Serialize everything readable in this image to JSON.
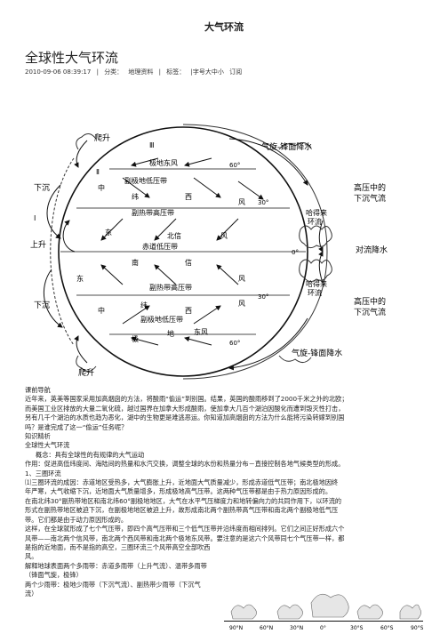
{
  "header": {
    "top_title": "大气环流"
  },
  "article": {
    "title": "全球性大气环流",
    "meta": {
      "date": "2010-09-06 08:39:17",
      "category_label": "分类：",
      "category": "地理资料",
      "tags_label": "标签：",
      "font_size": "|字号大中小",
      "subscribe": "订阅"
    }
  },
  "figure": {
    "left": {
      "climb_top": "爬升",
      "climb_bottom": "爬升",
      "down_top": "下沉",
      "down_bottom": "下沉",
      "up": "上升",
      "cell_3": "Ⅲ",
      "cell_2": "Ⅱ",
      "cell_1": "Ⅰ"
    },
    "inner": {
      "polar_east": "极地东风",
      "subpolar_low_n": "副极地低压带",
      "mid_n": "中",
      "westerly_n_a": "纬",
      "westerly_n_b": "西",
      "westerly_n_c": "风",
      "subtropical_high_n": "副热带高压带",
      "trade_n_a": "东",
      "trade_n_b": "北信",
      "trade_n_c": "风",
      "equator_low": "赤道低压带",
      "trade_s_a": "东",
      "trade_s_b": "南",
      "trade_s_c": "信",
      "trade_s_d": "风",
      "subtropical_high_s": "副热带高压带",
      "mid_s": "中",
      "westerly_s_a": "纬",
      "westerly_s_b": "西",
      "westerly_s_c": "风",
      "subpolar_low_s": "副极地低压带",
      "polar_s_a": "极",
      "polar_s_b": "地",
      "polar_s_c": "东风"
    },
    "degrees": {
      "n60": "60°",
      "n30": "30°",
      "eq": "0°",
      "s30": "30°",
      "s60": "60°"
    },
    "right": {
      "cyclone_front_top": "气旋-锋面降水",
      "high_sink_top_a": "高压中的",
      "high_sink_top_b": "下沉气流",
      "dry_calm_top_a": "哈得来",
      "dry_calm_top_b": "环流",
      "convection": "对流降水",
      "dry_calm_bottom_a": "哈得来",
      "dry_calm_bottom_b": "环流",
      "high_sink_bottom_a": "高压中的",
      "high_sink_bottom_b": "下沉气流",
      "cyclone_front_bottom": "气旋-锋面降水"
    }
  },
  "body": {
    "l1": "课前导航",
    "l2": "近年来，英美等国家采用加高烟囱的方法，将酸雨“偷运”到别国。结果，英国的酸雨移到了2000千米之外的北欧；",
    "l3": "而美国工业区排放的大量二氧化硫，越过国界在加拿大形成酸雨，使加拿大几百个湖泊因酸化而遭到毁灭性打击，",
    "l4": "另有几千个湖泊的水质也趋为恶化，湖中的生物更是难逃恶运。你知道加高烟囱的方法为什么能将污染转嫁到别国",
    "l5": "吗？是谁完成了这一“偷运”任务呢？",
    "l6": "知识精析",
    "l7": "全球性大气环流",
    "l8": "概念：具有全球性的有规律的大气运动",
    "l9": "作用：促进高低纬度间、海陆间的热量和水汽交换，调整全球的水份和热量分布－直接控制各地气候类型的形成。",
    "l10": "1、三圈环流",
    "l11": "⑴三圈环流的成因：赤道地区受热多，大气膨胀上升，近地面大气质量减少，形成赤道低气压带；南北极地因终",
    "l12": "年严寒，大气收缩下沉，近地面大气质量增多，形成极地高气压带。这两种气压带都是由于热力原因形成的。",
    "l13": "在南北纬30°副热带地区和南北纬60°副极地地区，大气在水平气压梯度力和地转偏向力的共同作用下，以环流的",
    "l14": "形式在副热带地区被迫下沉，在副极地地区被迫上升，故形成南北两个副热带高气压带和南北两个副极地低气压",
    "l15": "带。它们都是由于动力原因形成的。",
    "l16": "这样，在全球就形成了七个气压带，即四个高气压带和三个低气压带并沿纬度而相间排列。它们之间正好形成六个",
    "l17": "风带——南北两个信风带，南北两个西风带和南北两个极地东风带。要注意的是这六个风带同七个气压带一样，都",
    "l18": "是指的近地面，而不是指的高空，三圈环流三个风带高空全部吹西",
    "l19": "风。",
    "l20": "解释地球表面两个多雨带：赤道多雨带（上升气流）、温带多雨带",
    "l21": "（锋面气旋，极锋）",
    "l22": "两个少雨带：极地少雨带（下沉气流）、副热带少雨带（下沉气",
    "l23": "流）"
  },
  "mini": {
    "lat_labels": [
      "90°N",
      "60°N",
      "30°N",
      "0°",
      "30°S",
      "60°S",
      "90°S"
    ]
  }
}
